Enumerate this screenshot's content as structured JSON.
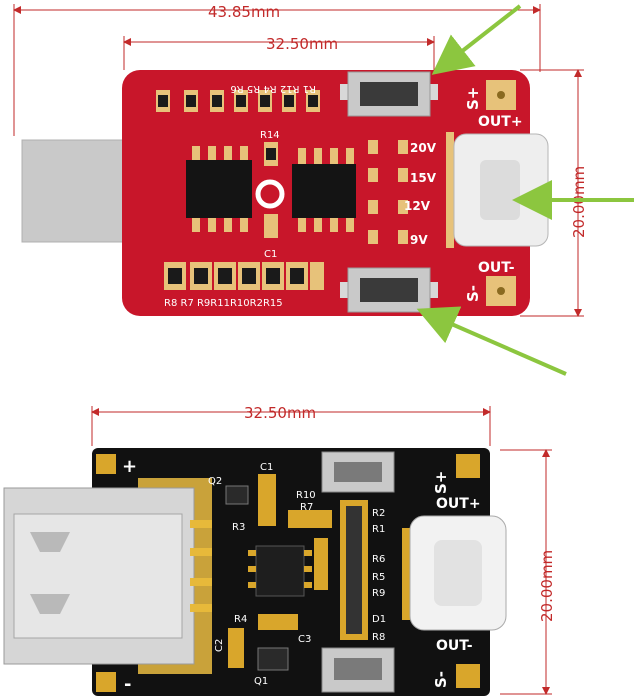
{
  "top_board": {
    "dim_total_width": "43.85mm",
    "dim_board_width": "32.50mm",
    "dim_height": "20.00mm",
    "labels": {
      "s_plus": "S+",
      "s_minus": "S-",
      "out_plus": "OUT+",
      "out_minus": "OUT-",
      "v20": "20V",
      "v15": "15V",
      "v12": "12V",
      "v9": "9V",
      "r14": "R14",
      "c1": "C1",
      "resistors_top": "R1 R12 R4 R5 R6",
      "resistors_bottom": "R8 R7 R9R11R10R2R15"
    },
    "colors": {
      "pcb": "#c8162a",
      "arrow": "#8cc63f"
    }
  },
  "bottom_board": {
    "dim_board_width": "32.50mm",
    "dim_height": "20.00mm",
    "labels": {
      "plus": "+",
      "minus": "-",
      "s_plus": "S+",
      "s_minus": "S-",
      "out_plus": "OUT+",
      "out_minus": "OUT-",
      "c1": "C1",
      "q2": "Q2",
      "r10": "R10",
      "r7": "R7",
      "r3": "R3",
      "r2": "R2",
      "r1": "R1",
      "r6": "R6",
      "r5": "R5",
      "r9": "R9",
      "d1": "D1",
      "r8": "R8",
      "r4": "R4",
      "c2": "C2",
      "c3": "C3",
      "q1": "Q1"
    },
    "colors": {
      "pcb": "#111111",
      "pad": "#d9a62b"
    }
  }
}
